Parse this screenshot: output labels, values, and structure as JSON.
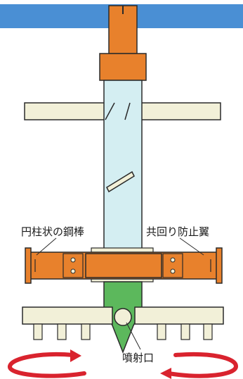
{
  "labels": {
    "steel_rod": "円柱状の鋼棒",
    "co_rotation_wing": "共回り防止翼",
    "nozzle": "噴射口"
  },
  "colors": {
    "sky_band": "#4a8fd4",
    "orange": "#e8812c",
    "orange_dark": "#b8601a",
    "rod_body": "#d4eef2",
    "wing_beige": "#f2f0d8",
    "green": "#5cb85c",
    "red_arrow": "#d9232e",
    "outline": "#2a2a2a"
  }
}
